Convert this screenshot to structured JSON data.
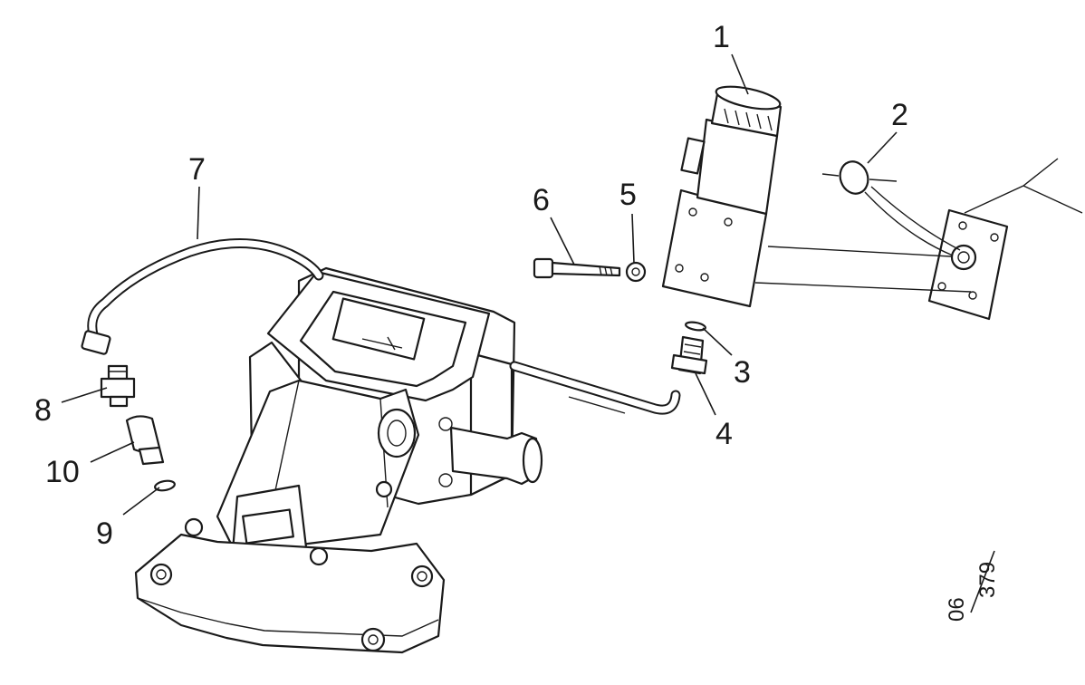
{
  "callouts": [
    {
      "id": "1",
      "label": "1"
    },
    {
      "id": "2",
      "label": "2"
    },
    {
      "id": "3",
      "label": "3"
    },
    {
      "id": "4",
      "label": "4"
    },
    {
      "id": "5",
      "label": "5"
    },
    {
      "id": "6",
      "label": "6"
    },
    {
      "id": "7",
      "label": "7"
    },
    {
      "id": "8",
      "label": "8"
    },
    {
      "id": "9",
      "label": "9"
    },
    {
      "id": "10",
      "label": "10"
    }
  ],
  "drawing_number": {
    "left": "06",
    "right": "379"
  }
}
